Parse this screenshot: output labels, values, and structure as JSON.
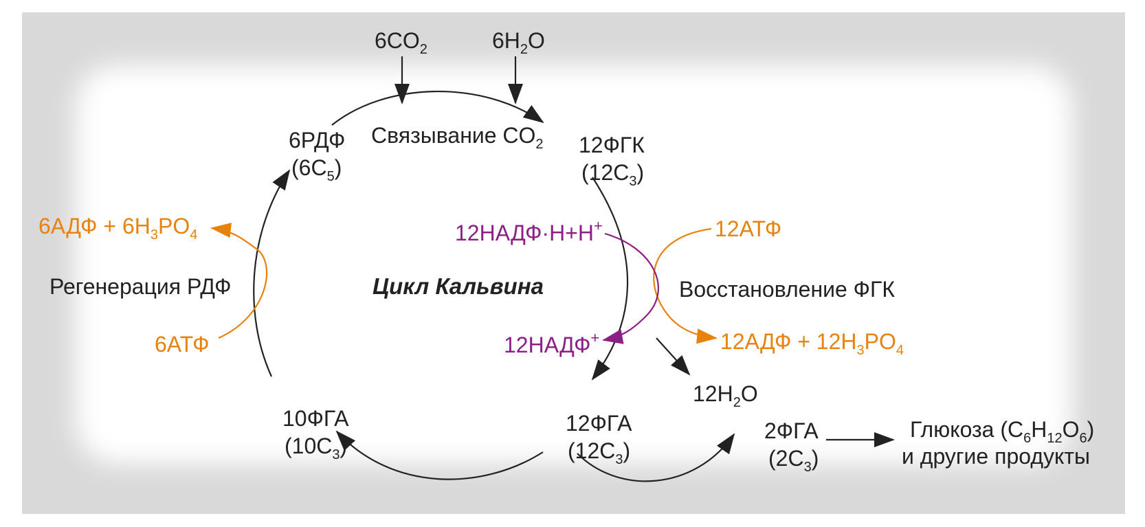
{
  "colors": {
    "black": "#222222",
    "orange": "#e8820c",
    "purple": "#8b1f86",
    "bg_edge": "#dcdcdc",
    "bg_center": "#ffffff"
  },
  "center_title": "Цикл Кальвина",
  "inputs": {
    "co2": {
      "pre": "6CO",
      "sub": "2"
    },
    "h2o": {
      "pre": "6H",
      "sub": "2",
      "post": "O"
    }
  },
  "compounds": {
    "rdf": {
      "line1": "6РДФ",
      "line2_pre": "(6C",
      "line2_sub": "5",
      "line2_post": ")"
    },
    "fgk": {
      "line1": "12ФГК",
      "line2_pre": "(12C",
      "line2_sub": "3",
      "line2_post": ")"
    },
    "fga12": {
      "line1": "12ФГА",
      "line2_pre": "(12C",
      "line2_sub": "3",
      "line2_post": ")"
    },
    "fga10": {
      "line1": "10ФГА",
      "line2_pre": "(10C",
      "line2_sub": "3",
      "line2_post": ")"
    },
    "fga2": {
      "line1": "2ФГА",
      "line2_pre": "(2C",
      "line2_sub": "3",
      "line2_post": ")"
    }
  },
  "stages": {
    "binding": {
      "pre": "Связывание CO",
      "sub": "2"
    },
    "reduction": "Восстановление ФГК",
    "regeneration": "Регенерация РДФ"
  },
  "cofactors": {
    "nadph": {
      "text": "12НАДФ·H+H",
      "sup": "+"
    },
    "nadp": {
      "text": "12НАДФ",
      "sup": "+"
    },
    "atp12": "12АТФ",
    "adp12": {
      "p1": "12АДФ + 12H",
      "s1": "3",
      "p2": "PO",
      "s2": "4"
    },
    "atp6": "6АТФ",
    "adp6": {
      "p1": "6АДФ + 6H",
      "s1": "3",
      "p2": "PO",
      "s2": "4"
    }
  },
  "water_out": {
    "pre": "12H",
    "sub": "2",
    "post": "O"
  },
  "product": {
    "line1_pre": "Глюкоза (C",
    "line1_s1": "6",
    "line1_m1": "H",
    "line1_s2": "12",
    "line1_m2": "O",
    "line1_s3": "6",
    "line1_post": ")",
    "line2": "и другие продукты"
  }
}
